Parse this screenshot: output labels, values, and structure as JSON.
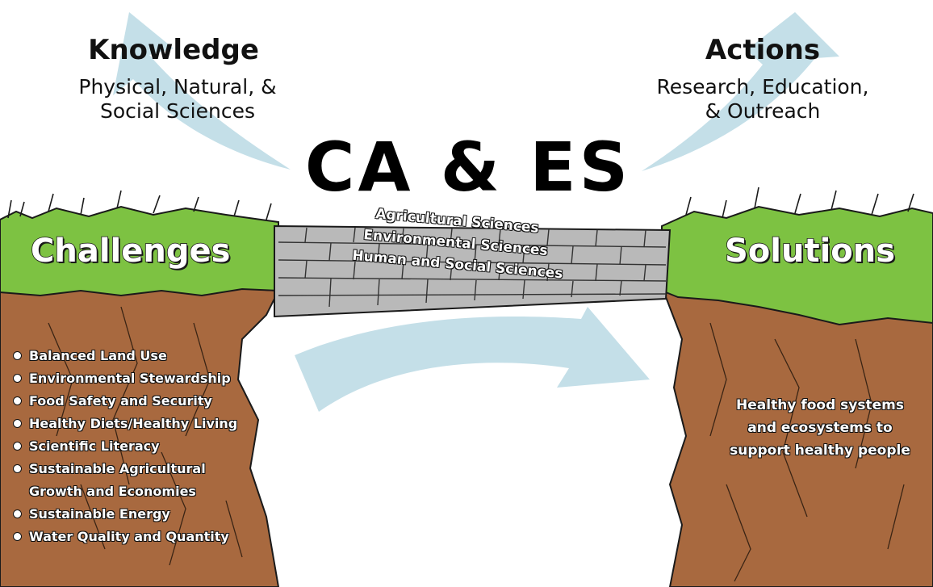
{
  "knowledge": {
    "title": "Knowledge",
    "line1": "Physical, Natural, &",
    "line2": "Social Sciences"
  },
  "actions": {
    "title": "Actions",
    "line1": "Research, Education,",
    "line2": "& Outreach"
  },
  "center_title": "CA & ES",
  "bridge": {
    "lines": [
      "Agricultural Sciences",
      "Environmental Sciences",
      "Human and Social Sciences"
    ]
  },
  "challenges": {
    "title": "Challenges",
    "items": [
      "Balanced Land Use",
      "Environmental Stewardship",
      "Food Safety and Security",
      "Healthy Diets/Healthy Living",
      "Scientific Literacy",
      "Sustainable Agricultural",
      "Growth and Economies",
      "Sustainable Energy",
      "Water Quality and Quantity"
    ]
  },
  "solutions": {
    "title": "Solutions",
    "lines": [
      "Healthy food systems",
      "and ecosystems to",
      "support healthy people"
    ]
  },
  "colors": {
    "grass": "#7dc242",
    "dirt": "#a8693f",
    "stone": "#b9b9b9",
    "arrow": "#c4dfe8",
    "outline": "#1a1a1a"
  }
}
